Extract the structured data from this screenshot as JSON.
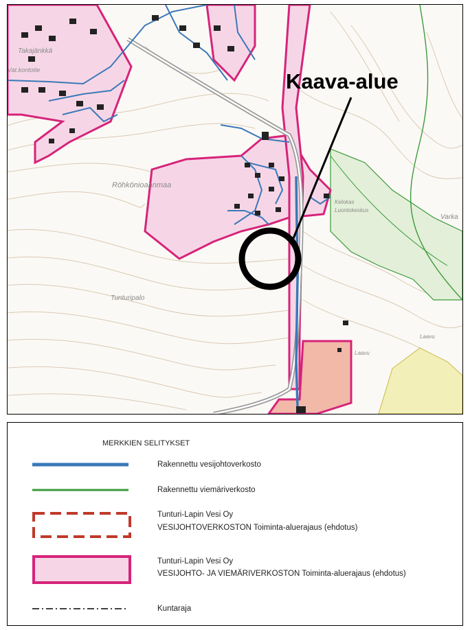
{
  "map": {
    "callout_label": "Kaava-alue",
    "place_names": [
      "Takajänkkä",
      "Vat.kontotie",
      "Röhkönioaanmaa",
      "Tunturipalo",
      "Kelokas",
      "Luontokeskus",
      "Laavu",
      "Laavu",
      "Varka"
    ]
  },
  "legend": {
    "title": "MERKKIEN SELITYKSET",
    "items": [
      {
        "symbol": "blue-line",
        "lines": [
          "Rakennettu vesijohtoverkosto"
        ]
      },
      {
        "symbol": "green-line",
        "lines": [
          "Rakennettu viemäriverkosto"
        ]
      },
      {
        "symbol": "red-dashed-box",
        "lines": [
          "Tunturi-Lapin Vesi Oy",
          "VESIJOHTOVERKOSTON Toiminta-aluerajaus (ehdotus)"
        ]
      },
      {
        "symbol": "pink-box",
        "lines": [
          "Tunturi-Lapin Vesi Oy",
          "VESIJOHTO- JA VIEMÄRIVERKOSTON Toiminta-aluerajaus (ehdotus)"
        ]
      },
      {
        "symbol": "dash-dot-line",
        "lines": [
          "Kuntaraja"
        ]
      }
    ]
  },
  "colors": {
    "water_network": "#3a78b8",
    "sewer_network": "#3a9a3a",
    "service_area_border": "#d6237a",
    "service_area_fill": "#f6d6e6",
    "water_area_border": "#c0392b",
    "orange_fill": "#f2b8a8",
    "contour": "#d9c9b4"
  }
}
